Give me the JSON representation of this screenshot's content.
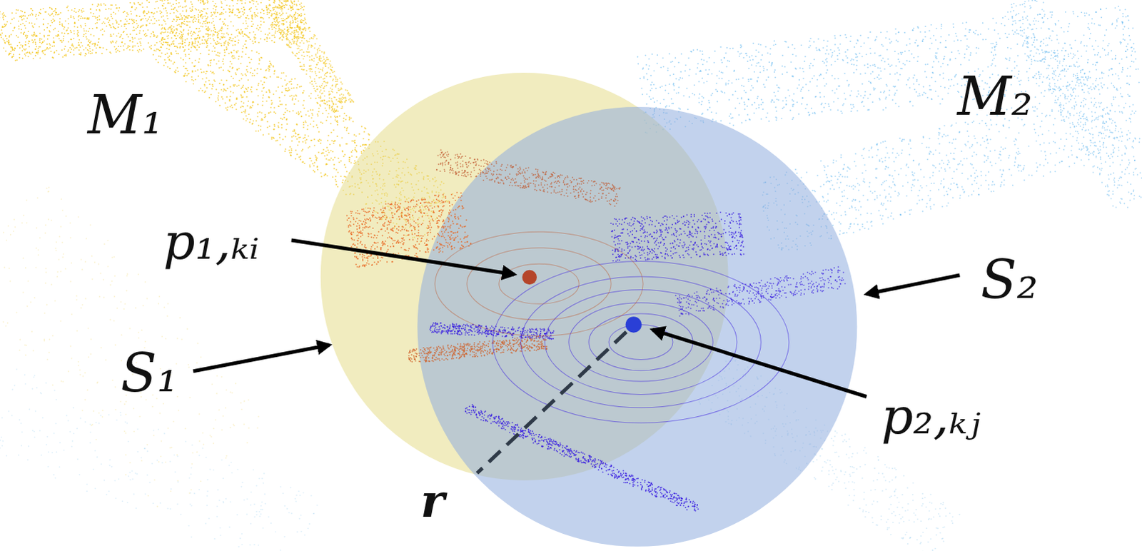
{
  "diagram": {
    "labels": [
      "M₁",
      "M₂",
      "p₁,ₖᵢ",
      "S₁",
      "S₂",
      "p₂,ₖⱼ",
      "r"
    ]
  }
}
